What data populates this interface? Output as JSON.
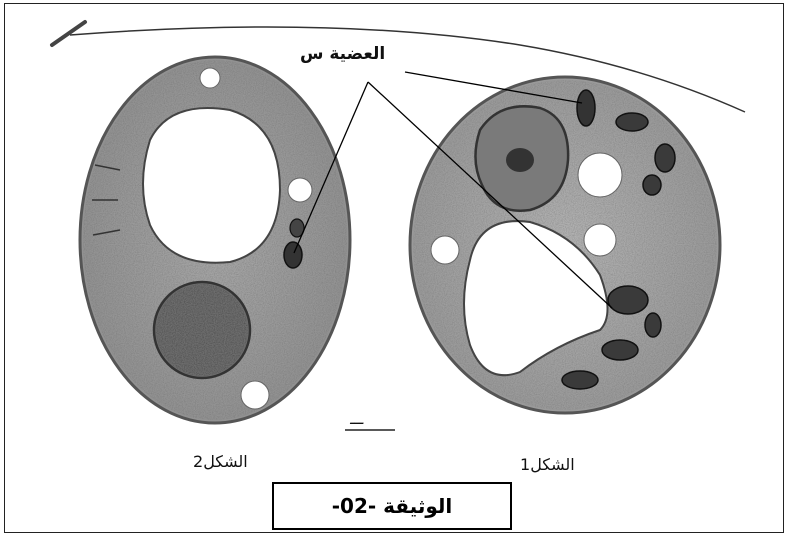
{
  "figure": {
    "organelle_label": "العضية س",
    "figure2_label": "الشكل2",
    "figure1_label": "الشكل1",
    "scale_label": "ـــ",
    "document_title": "الوثيقة -02-"
  },
  "colors": {
    "frame": "#222222",
    "ink": "#1a1a1a",
    "cytoplasm": "#c9c9c9",
    "vacuole": "#ffffff"
  }
}
